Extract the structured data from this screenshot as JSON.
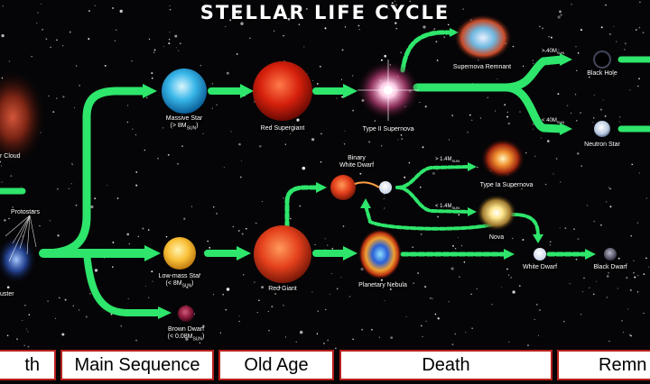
{
  "title": "STELLAR LIFE CYCLE",
  "nodes": {
    "stellar_cloud": "r Cloud",
    "protostars": "Protostars",
    "star_cluster": "uster",
    "massive_star": [
      "Massive Star",
      "(> 8M",
      "SUN",
      ")"
    ],
    "red_supergiant": "Red Supergiant",
    "type2_supernova": "Type II Supernova",
    "supernova_remnant": "Supernova Remnant",
    "black_hole": "Black Hole",
    "neutron_star": "Neutron Star",
    "binary_white_dwarf": [
      "Binary",
      "White Dwarf"
    ],
    "type1a_supernova": "Type Ia Supernova",
    "nova": "Nova",
    "lowmass_star": [
      "Low-mass Star",
      "(< 8M",
      "SUN",
      ")"
    ],
    "red_giant": "Red Giant",
    "planetary_nebula": "Planetary Nebula",
    "white_dwarf": "White Dwarf",
    "black_dwarf": "Black Dwarf",
    "brown_dwarf": [
      "Brown Dwarf",
      "(< 0.08M",
      "SUN",
      ")"
    ]
  },
  "mass_labels": {
    "gt40": "> 40M",
    "lt40": "< 40M",
    "gt14": "> 1.4M",
    "lt14": "< 1.4M",
    "sub": "SUN"
  },
  "stages": [
    "th",
    "Main Sequence",
    "Old Age",
    "Death",
    "Remn"
  ],
  "colors": {
    "arrow": "#2ee66b",
    "stage_border": "#b8201c",
    "stage_bg": "#ffffff"
  }
}
